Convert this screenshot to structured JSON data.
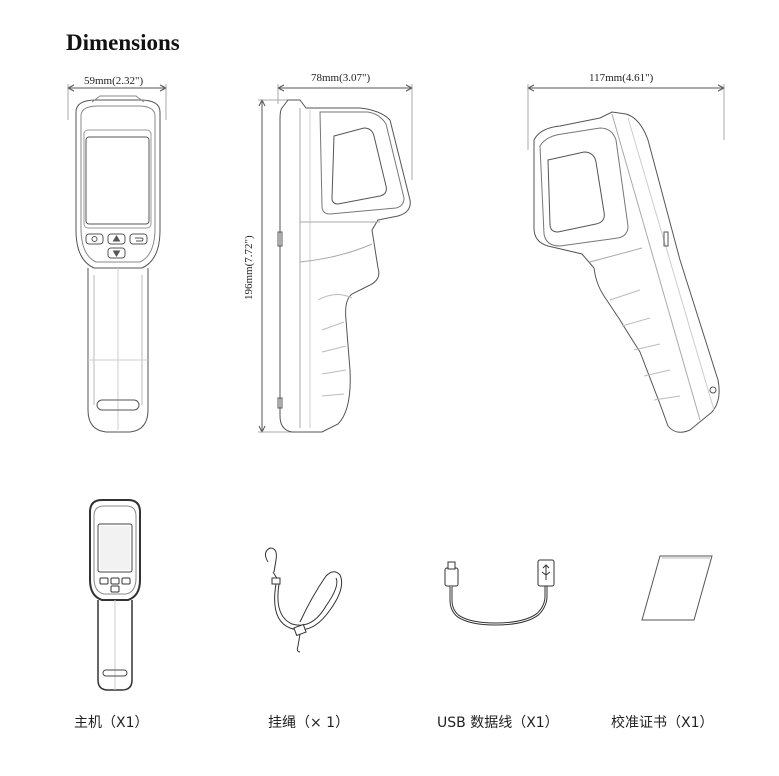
{
  "title": "Dimensions",
  "dimensions": {
    "width_front": "59mm(2.32\")",
    "depth_side": "78mm(3.07\")",
    "height_side": "196mm(7.72\")",
    "length_angle": "117mm(4.61\")"
  },
  "accessories": [
    {
      "label": "主机（X1）",
      "icon": "device-icon"
    },
    {
      "label": "挂绳（× 1）",
      "icon": "lanyard-icon"
    },
    {
      "label": "USB 数据线（X1）",
      "icon": "usb-cable-icon"
    },
    {
      "label": "校准证书（X1）",
      "icon": "certificate-icon"
    }
  ],
  "colors": {
    "line": "#555555",
    "text": "#1a1a1a",
    "background": "#ffffff"
  }
}
